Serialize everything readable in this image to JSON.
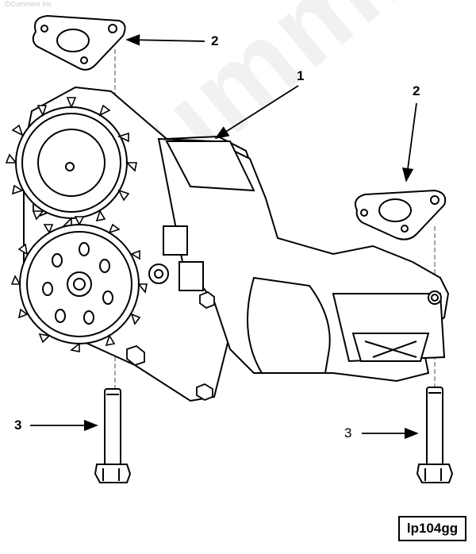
{
  "copyright": "©Cummins Inc",
  "watermark": "Cummins",
  "callouts": {
    "part1": "1",
    "part2_left": "2",
    "part2_right": "2",
    "part3_left": "3",
    "part3_right": "3"
  },
  "figure_id": "lp104gg",
  "colors": {
    "line": "#000000",
    "watermark": "#f1f1f1"
  }
}
